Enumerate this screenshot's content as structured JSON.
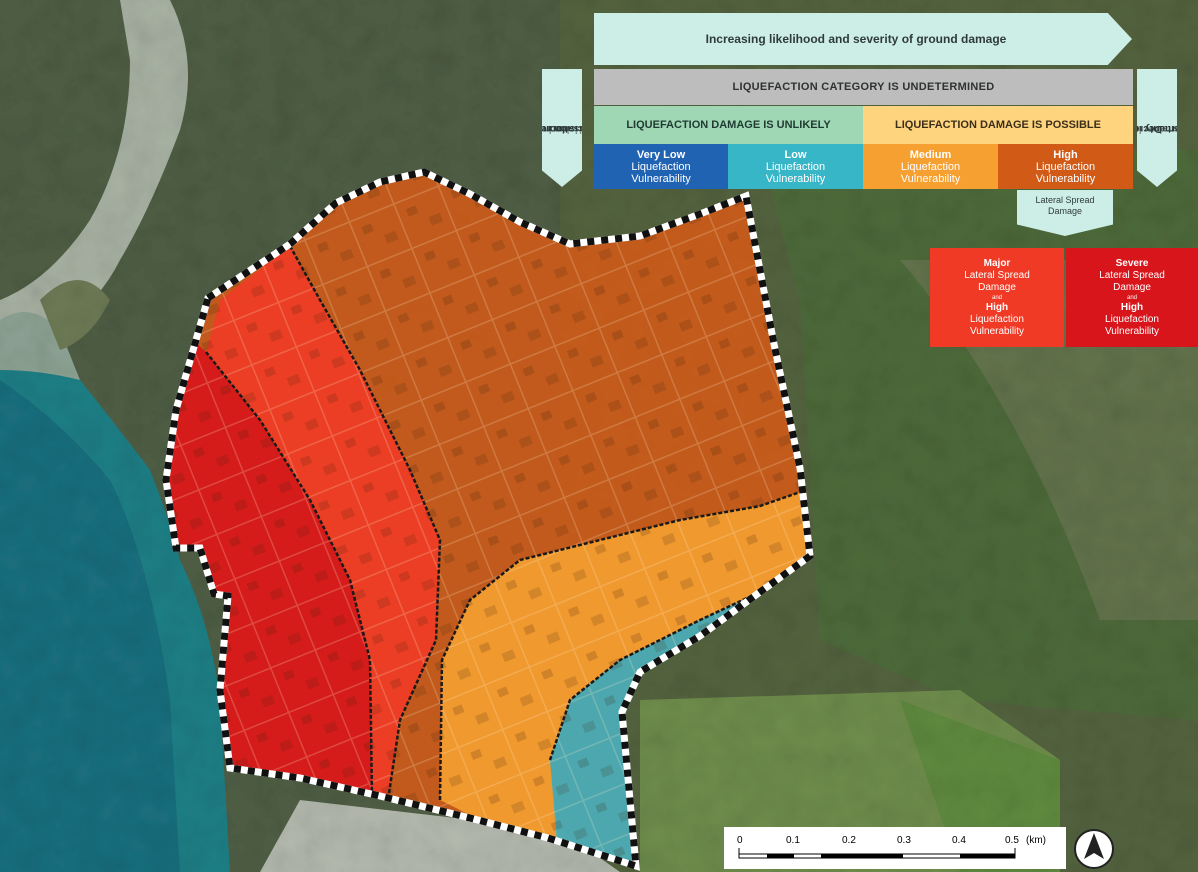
{
  "map": {
    "zones": [
      {
        "name": "severe-lateral-spread",
        "color": "#d7151b"
      },
      {
        "name": "major-lateral-spread",
        "color": "#f03a25"
      },
      {
        "name": "high-liquefaction",
        "color": "#d15a17"
      },
      {
        "name": "medium-liquefaction",
        "color": "#f5a031"
      },
      {
        "name": "low-liquefaction",
        "color": "#37b6c8"
      }
    ]
  },
  "legend": {
    "top_arrow": "Increasing likelihood and severity of ground damage",
    "undetermined": "LIQUEFACTION CATEGORY IS UNDETERMINED",
    "unlikely": "LIQUEFACTION DAMAGE IS UNLIKELY",
    "possible": "LIQUEFACTION DAMAGE IS POSSIBLE",
    "left_side": [
      "Increasing",
      "precision in the",
      "categorisation"
    ],
    "right_side": [
      "Decreasing",
      "uncertainty in the",
      "assessment"
    ],
    "categories": [
      {
        "title": "Very Low",
        "line1": "Liquefaction",
        "line2": "Vulnerability",
        "color": "#2163b3"
      },
      {
        "title": "Low",
        "line1": "Liquefaction",
        "line2": "Vulnerability",
        "color": "#37b6c8"
      },
      {
        "title": "Medium",
        "line1": "Liquefaction",
        "line2": "Vulnerability",
        "color": "#f5a031"
      },
      {
        "title": "High",
        "line1": "Liquefaction",
        "line2": "Vulnerability",
        "color": "#d15a17"
      }
    ],
    "lateral_arrow": [
      "Lateral Spread",
      "Damage"
    ],
    "spread": [
      {
        "title": "Major",
        "line1": "Lateral Spread",
        "line2": "Damage",
        "and": "and",
        "level": "High",
        "line3": "Liquefaction",
        "line4": "Vulnerability",
        "color": "#f03a25"
      },
      {
        "title": "Severe",
        "line1": "Lateral Spread",
        "line2": "Damage",
        "and": "and",
        "level": "High",
        "line3": "Liquefaction",
        "line4": "Vulnerability",
        "color": "#d7151b"
      }
    ]
  },
  "scale": {
    "ticks": [
      "0",
      "0.1",
      "0.2",
      "0.3",
      "0.4",
      "0.5"
    ],
    "unit": "(km)"
  },
  "north_letter": "N"
}
